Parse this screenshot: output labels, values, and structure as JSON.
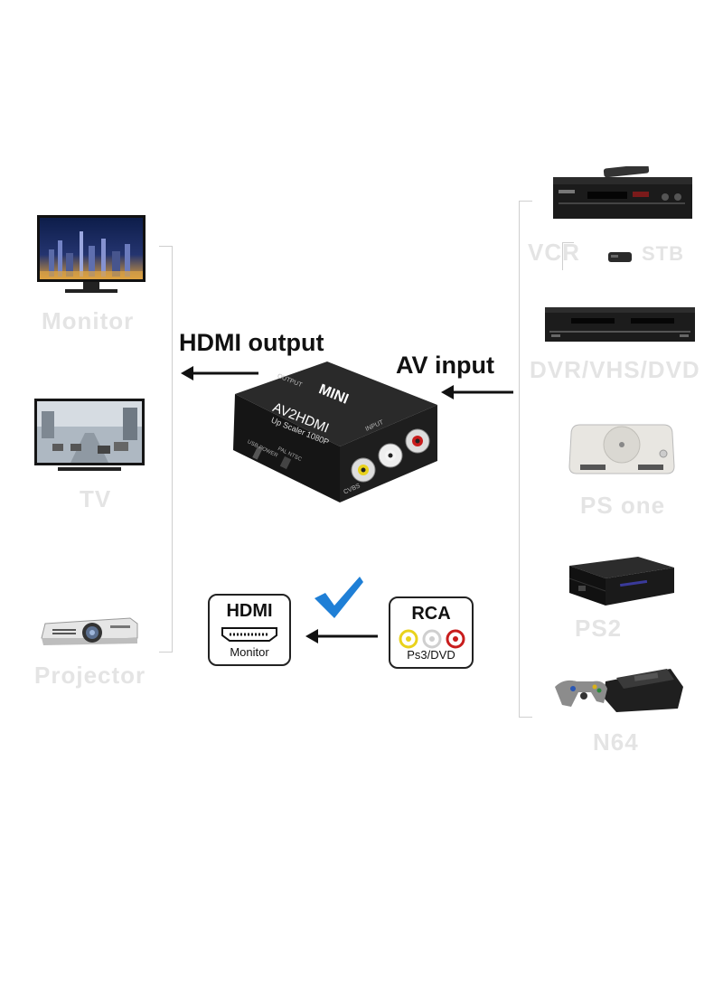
{
  "labels": {
    "hdmi_output": "HDMI output",
    "av_input": "AV input"
  },
  "left_devices": [
    {
      "name": "Monitor"
    },
    {
      "name": "TV"
    },
    {
      "name": "Projector"
    }
  ],
  "right_devices": [
    {
      "name": "VCR"
    },
    {
      "name": "STB"
    },
    {
      "name": "DVR/VHS/DVD"
    },
    {
      "name": "PS one"
    },
    {
      "name": "PS2"
    },
    {
      "name": "N64"
    }
  ],
  "adapter": {
    "brand": "MINI",
    "model": "AV2HDMI",
    "tagline": "Up Scaler 1080P",
    "port_output": "OUTPUT",
    "port_input": "INPUT",
    "port_cvbs": "CVBS",
    "port_power": "USB POWER",
    "switch_label": "PAL NTSC"
  },
  "hdmi_box": {
    "title": "HDMI",
    "subtitle": "Monitor"
  },
  "rca_box": {
    "title": "RCA",
    "subtitle": "Ps3/DVD"
  },
  "colors": {
    "checkmark": "#1f7fd6",
    "rca_yellow": "#e9d21c",
    "rca_white": "#e8e8e8",
    "rca_red": "#c81d1d",
    "device_dark": "#1b1b1b"
  }
}
